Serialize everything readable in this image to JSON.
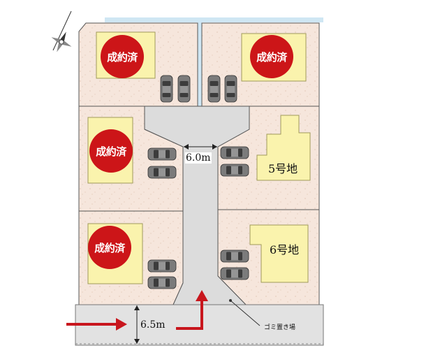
{
  "lots": {
    "sold_label": "成約済",
    "lot5_label": "5号地",
    "lot6_label": "6号地"
  },
  "dimensions": {
    "private_road_width": "6.0m",
    "front_road_width": "6.5m"
  },
  "facilities": {
    "garbage_area": "ゴミ置き場"
  },
  "colors": {
    "lot_fill": "#f6e6dc",
    "house_fill": "#faf3ad",
    "sold_badge": "#cc1518",
    "road": "#dcdcdc",
    "arrow": "#c8161d",
    "waterway": "#cfe6f3"
  },
  "icons": [
    "compass-icon",
    "car-icon",
    "arrow-icon"
  ]
}
